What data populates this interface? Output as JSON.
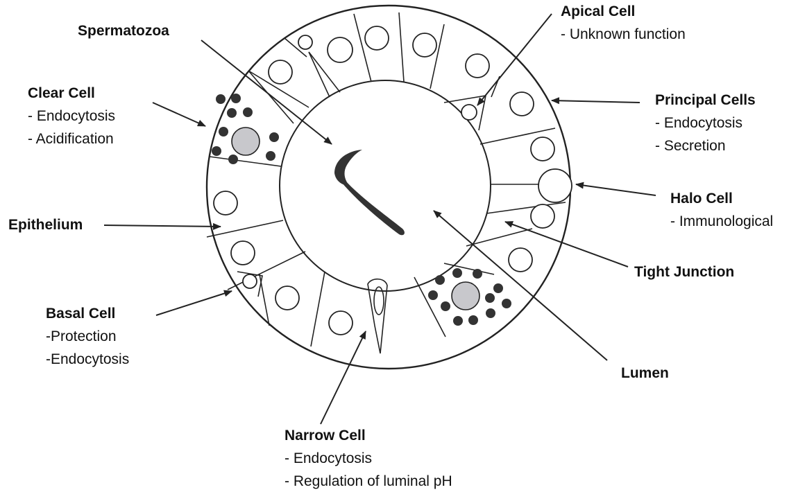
{
  "colors": {
    "outline": "#222222",
    "background": "#ffffff",
    "granule": "#333333",
    "nucleus_fill": "#ffffff",
    "clear_cell_nucleus": "#c8c8cc",
    "halo_nucleus": "#ffffff"
  },
  "labels": {
    "spermatozoa": {
      "title": "Spermatozoa",
      "functions": []
    },
    "apical": {
      "title": "Apical Cell",
      "functions": [
        "- Unknown function"
      ]
    },
    "clear": {
      "title": "Clear Cell",
      "functions": [
        "- Endocytosis",
        "- Acidification"
      ]
    },
    "principal": {
      "title": "Principal Cells",
      "functions": [
        "- Endocytosis",
        "- Secretion"
      ]
    },
    "halo": {
      "title": "Halo Cell",
      "functions": [
        "- Immunological"
      ]
    },
    "epithelium": {
      "title": "Epithelium",
      "functions": []
    },
    "tight": {
      "title": "Tight Junction",
      "functions": []
    },
    "basal": {
      "title": "Basal Cell",
      "functions": [
        "-Protection",
        "-Endocytosis"
      ]
    },
    "lumen": {
      "title": "Lumen",
      "functions": []
    },
    "narrow": {
      "title": "Narrow Cell",
      "functions": [
        "- Endocytosis",
        "- Regulation of luminal pH"
      ]
    }
  }
}
